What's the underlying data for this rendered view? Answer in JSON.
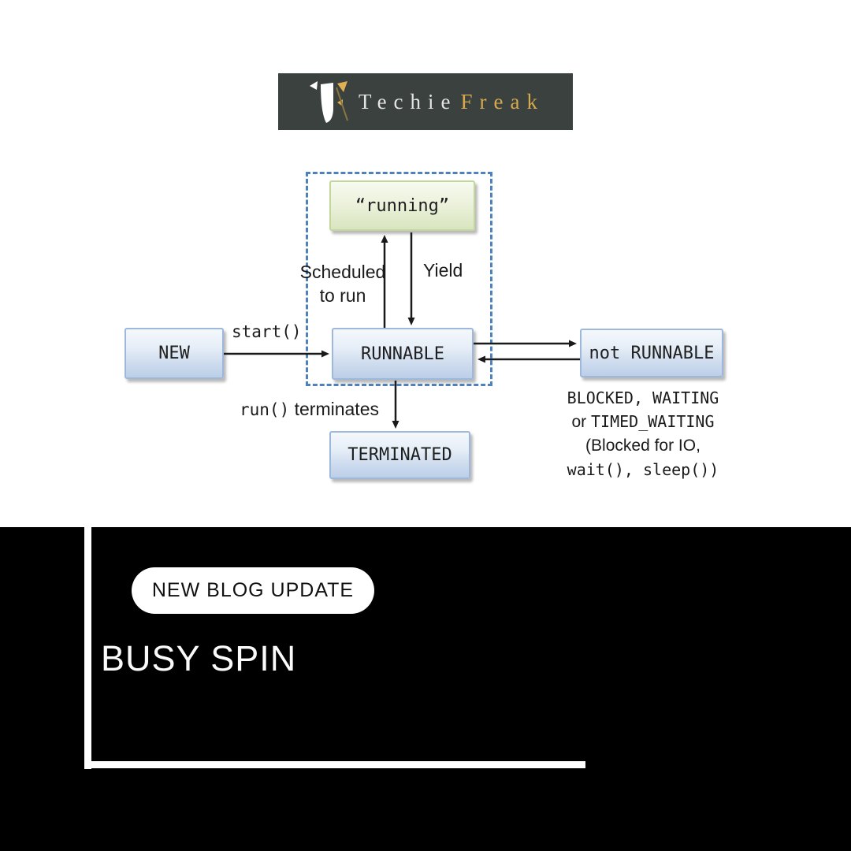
{
  "logo": {
    "brand_first": "Techie",
    "brand_second": "Freak"
  },
  "diagram": {
    "running_label": "“running”",
    "new_label": "NEW",
    "runnable_label": "RUNNABLE",
    "not_runnable_label": "not RUNNABLE",
    "terminated_label": "TERMINATED",
    "start_label": "start()",
    "scheduled_line1": "Scheduled",
    "scheduled_line2": "to run",
    "yield_label": "Yield",
    "run_code": "run()",
    "terminates_word": " terminates",
    "blocked_line1": "BLOCKED, WAITING",
    "blocked_line2_pre": "or ",
    "blocked_line2_code": "TIMED_WAITING",
    "blocked_line3": "(Blocked for IO,",
    "blocked_line4": "wait(), sleep())"
  },
  "banner": {
    "badge_label": "NEW BLOG UPDATE",
    "title": "BUSY SPIN"
  },
  "colors": {
    "logo_background": "#3a413e",
    "logo_gold": "#d6a94e",
    "logo_silver": "#e4e5e2",
    "blue_box_border": "#9db8da",
    "green_box_border": "#c3d69b",
    "dashed_border": "#4f81bd",
    "arrow": "#1a1a1a",
    "bottom_background": "#000000"
  }
}
